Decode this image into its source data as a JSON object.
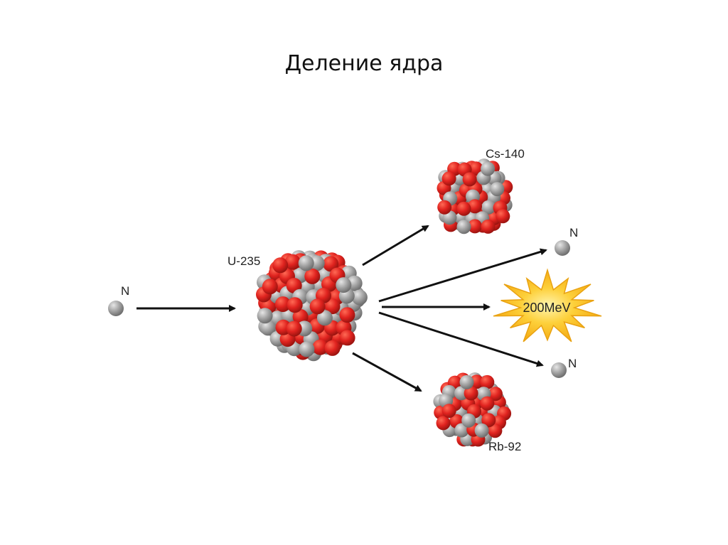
{
  "title": "Деление ядра",
  "labels": {
    "neutron_in": "N",
    "uranium": "U-235",
    "cesium": "Cs-140",
    "rubidium": "Rb-92",
    "neutron_out_top": "N",
    "neutron_out_bottom": "N",
    "energy": "200MeV"
  },
  "colors": {
    "proton": "#e0231f",
    "neutron": "#9a9a9a",
    "burst_fill": "#f7b718",
    "burst_stroke": "#e9a212",
    "arrow": "#111111"
  }
}
